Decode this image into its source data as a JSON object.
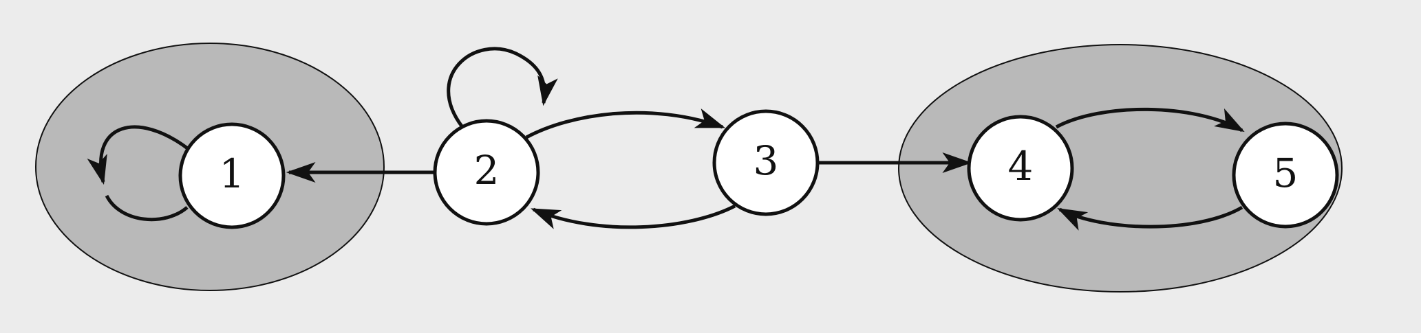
{
  "diagram": {
    "colors": {
      "background": "#ececec",
      "region_fill": "#b9b9b9",
      "node_fill": "#ffffff",
      "stroke": "#111111"
    },
    "nodes": [
      {
        "id": "1",
        "label": "1"
      },
      {
        "id": "2",
        "label": "2"
      },
      {
        "id": "3",
        "label": "3"
      },
      {
        "id": "4",
        "label": "4"
      },
      {
        "id": "5",
        "label": "5"
      }
    ],
    "edges": [
      {
        "from": "1",
        "to": "1"
      },
      {
        "from": "2",
        "to": "2"
      },
      {
        "from": "2",
        "to": "1"
      },
      {
        "from": "2",
        "to": "3"
      },
      {
        "from": "3",
        "to": "2"
      },
      {
        "from": "3",
        "to": "4"
      },
      {
        "from": "4",
        "to": "5"
      },
      {
        "from": "5",
        "to": "4"
      }
    ],
    "shaded_groups": [
      {
        "nodes": [
          "1"
        ]
      },
      {
        "nodes": [
          "4",
          "5"
        ]
      }
    ]
  }
}
